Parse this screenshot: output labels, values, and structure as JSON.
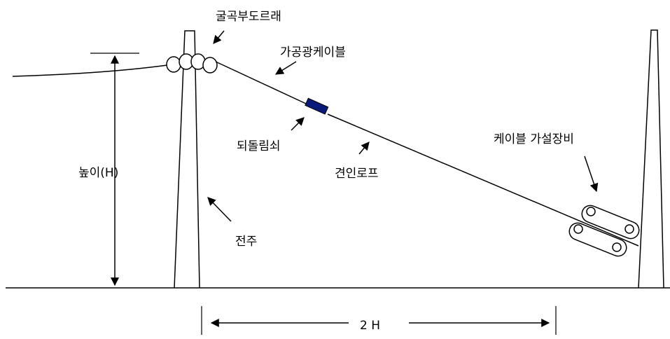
{
  "labels": {
    "bend_pulley": "굴곡부도르래",
    "aerial_cable": "가공광케이블",
    "swivel": "되돌림쇠",
    "pull_rope": "견인로프",
    "cable_rig": "케이블 가설장비",
    "height": "높이(H)",
    "pole": "전주",
    "distance": "2 H"
  },
  "colors": {
    "line": "#000000",
    "swivel_fill": "#0a1a7a"
  }
}
